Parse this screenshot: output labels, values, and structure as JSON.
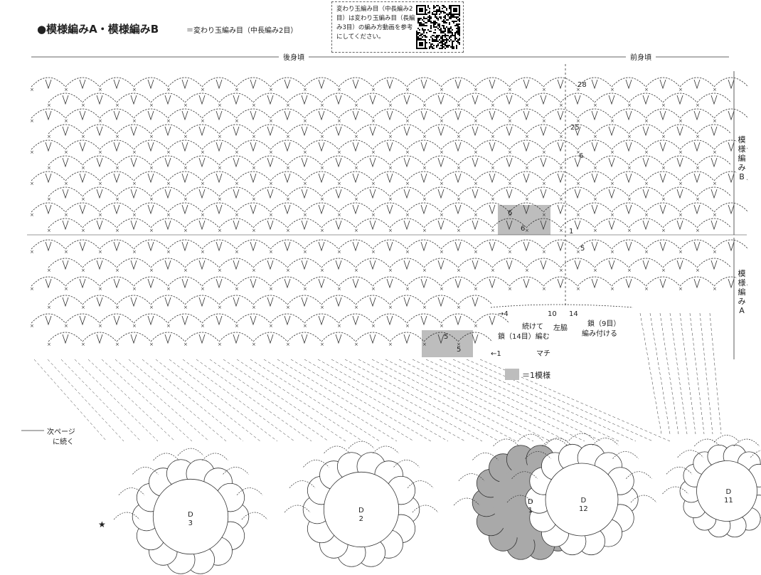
{
  "header": {
    "title": "●模様編みA・模様編みB",
    "symbol_note": "＝変わり玉編み目（中長編み2目）",
    "qr_text": "変わり玉編み目（中長編み2目）は変わり玉編み目（長編み3目）の編み方動画を参考にしてください。"
  },
  "sections": {
    "back": "後身頃",
    "front": "前身頃",
    "pattern_b": "模様編みB",
    "pattern_a": "模様編みA"
  },
  "row_numbers": {
    "r28": "28",
    "r25": "25",
    "r6b": "6",
    "r1b": "1",
    "r5a": "5",
    "r14": "14",
    "r10": "10",
    "r4": "→4",
    "r1": "←1"
  },
  "repeat_box_1": {
    "top": "6",
    "bottom": "6"
  },
  "repeat_box_2": {
    "top": "5",
    "bottom": "5"
  },
  "notes": {
    "continue_chain": "続けて",
    "continue_chain2": "鎖（14目）編む",
    "left_side": "左脇",
    "attach_chain": "鎖（9目）",
    "attach_chain2": "編み付ける",
    "gusset": "マチ",
    "next_page": "次ページ",
    "next_page2": "に続く",
    "star": "★",
    "legend": "＝1模様"
  },
  "motifs": [
    {
      "id": "D 3",
      "letter": "D",
      "num": "3"
    },
    {
      "id": "D 2",
      "letter": "D",
      "num": "2"
    },
    {
      "id": "D 1",
      "letter": "D",
      "num": "1"
    },
    {
      "id": "D 12",
      "letter": "D",
      "num": "12"
    },
    {
      "id": "D 11",
      "letter": "D",
      "num": "11"
    }
  ],
  "colors": {
    "line": "#333333",
    "highlight": "#bdbdbd",
    "motif_fill": "#a9a9a9"
  }
}
